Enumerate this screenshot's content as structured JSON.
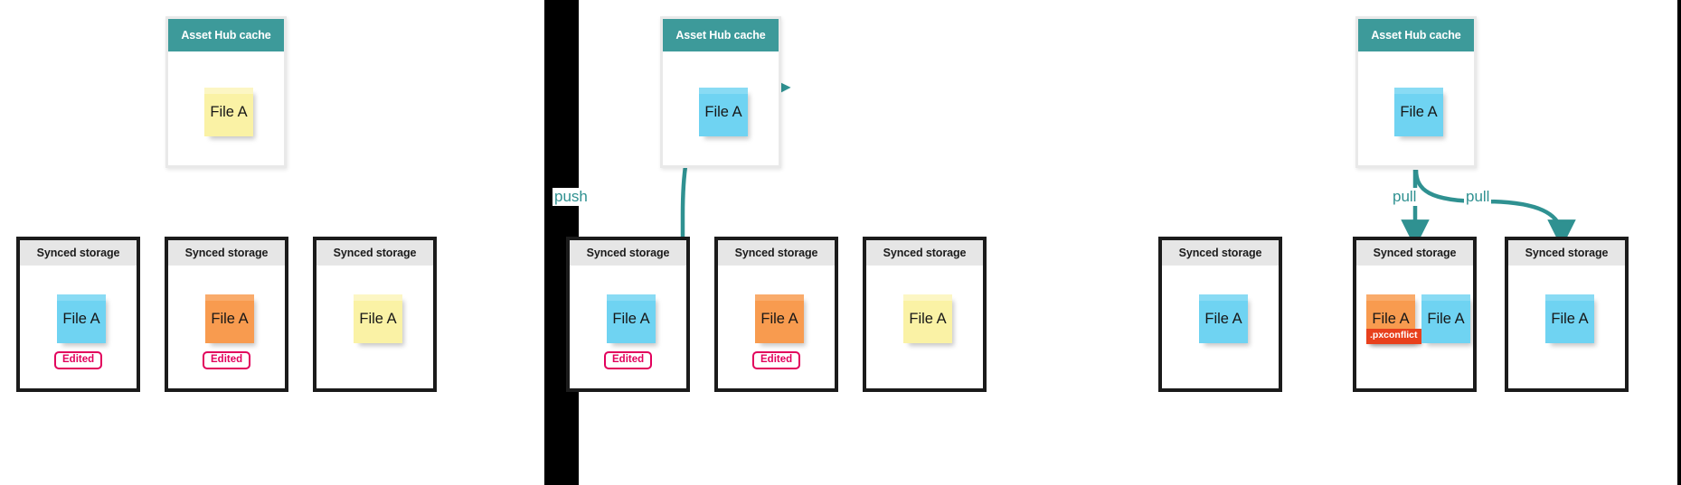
{
  "diagram": {
    "title_hub": "Asset Hub cache",
    "title_store": "Synced storage",
    "file_label": "File A",
    "badge_edited": "Edited",
    "badge_conflict": ".pxconflict",
    "label_push": "push",
    "label_pull": "pull",
    "colors": {
      "hub_header": "#3d9a9a",
      "store_header": "#e6e6e6",
      "store_border": "#1b1b1b",
      "note_yellow": "#faf2a5",
      "note_blue": "#6fd3f2",
      "note_orange": "#f89b4f",
      "badge_edited": "#e2005c",
      "badge_conflict": "#e8401c",
      "arrow": "#2f9191",
      "divider": "#000000"
    }
  },
  "panels": [
    {
      "name": "stage-1-local-edits",
      "hub": {
        "title": "Asset Hub cache",
        "notes": [
          {
            "label": "File A",
            "color": "yellow"
          }
        ]
      },
      "stores": [
        {
          "title": "Synced storage",
          "notes": [
            {
              "label": "File A",
              "color": "blue"
            }
          ],
          "badge": "Edited"
        },
        {
          "title": "Synced storage",
          "notes": [
            {
              "label": "File A",
              "color": "orange"
            }
          ],
          "badge": "Edited"
        },
        {
          "title": "Synced storage",
          "notes": [
            {
              "label": "File A",
              "color": "yellow"
            }
          ],
          "badge": ""
        }
      ],
      "arrows": []
    },
    {
      "name": "stage-2-push",
      "hub": {
        "title": "Asset Hub cache",
        "notes": [
          {
            "label": "File A",
            "color": "blue"
          }
        ]
      },
      "stores": [
        {
          "title": "Synced storage",
          "notes": [
            {
              "label": "File A",
              "color": "blue"
            }
          ],
          "badge": "Edited"
        },
        {
          "title": "Synced storage",
          "notes": [
            {
              "label": "File A",
              "color": "orange"
            }
          ],
          "badge": "Edited"
        },
        {
          "title": "Synced storage",
          "notes": [
            {
              "label": "File A",
              "color": "yellow"
            }
          ],
          "badge": ""
        }
      ],
      "arrows": [
        {
          "label": "push",
          "direction": "store-to-hub"
        }
      ]
    },
    {
      "name": "stage-3-pull",
      "hub": {
        "title": "Asset Hub cache",
        "notes": [
          {
            "label": "File A",
            "color": "blue"
          }
        ]
      },
      "stores": [
        {
          "title": "Synced storage",
          "notes": [
            {
              "label": "File A",
              "color": "blue"
            }
          ],
          "badge": ""
        },
        {
          "title": "Synced storage",
          "notes": [
            {
              "label": "File A",
              "color": "orange"
            },
            {
              "label": "File A",
              "color": "blue"
            }
          ],
          "badge": ".pxconflict"
        },
        {
          "title": "Synced storage",
          "notes": [
            {
              "label": "File A",
              "color": "blue"
            }
          ],
          "badge": ""
        }
      ],
      "arrows": [
        {
          "label": "pull",
          "direction": "hub-to-store-center"
        },
        {
          "label": "pull",
          "direction": "hub-to-store-right"
        }
      ]
    }
  ]
}
